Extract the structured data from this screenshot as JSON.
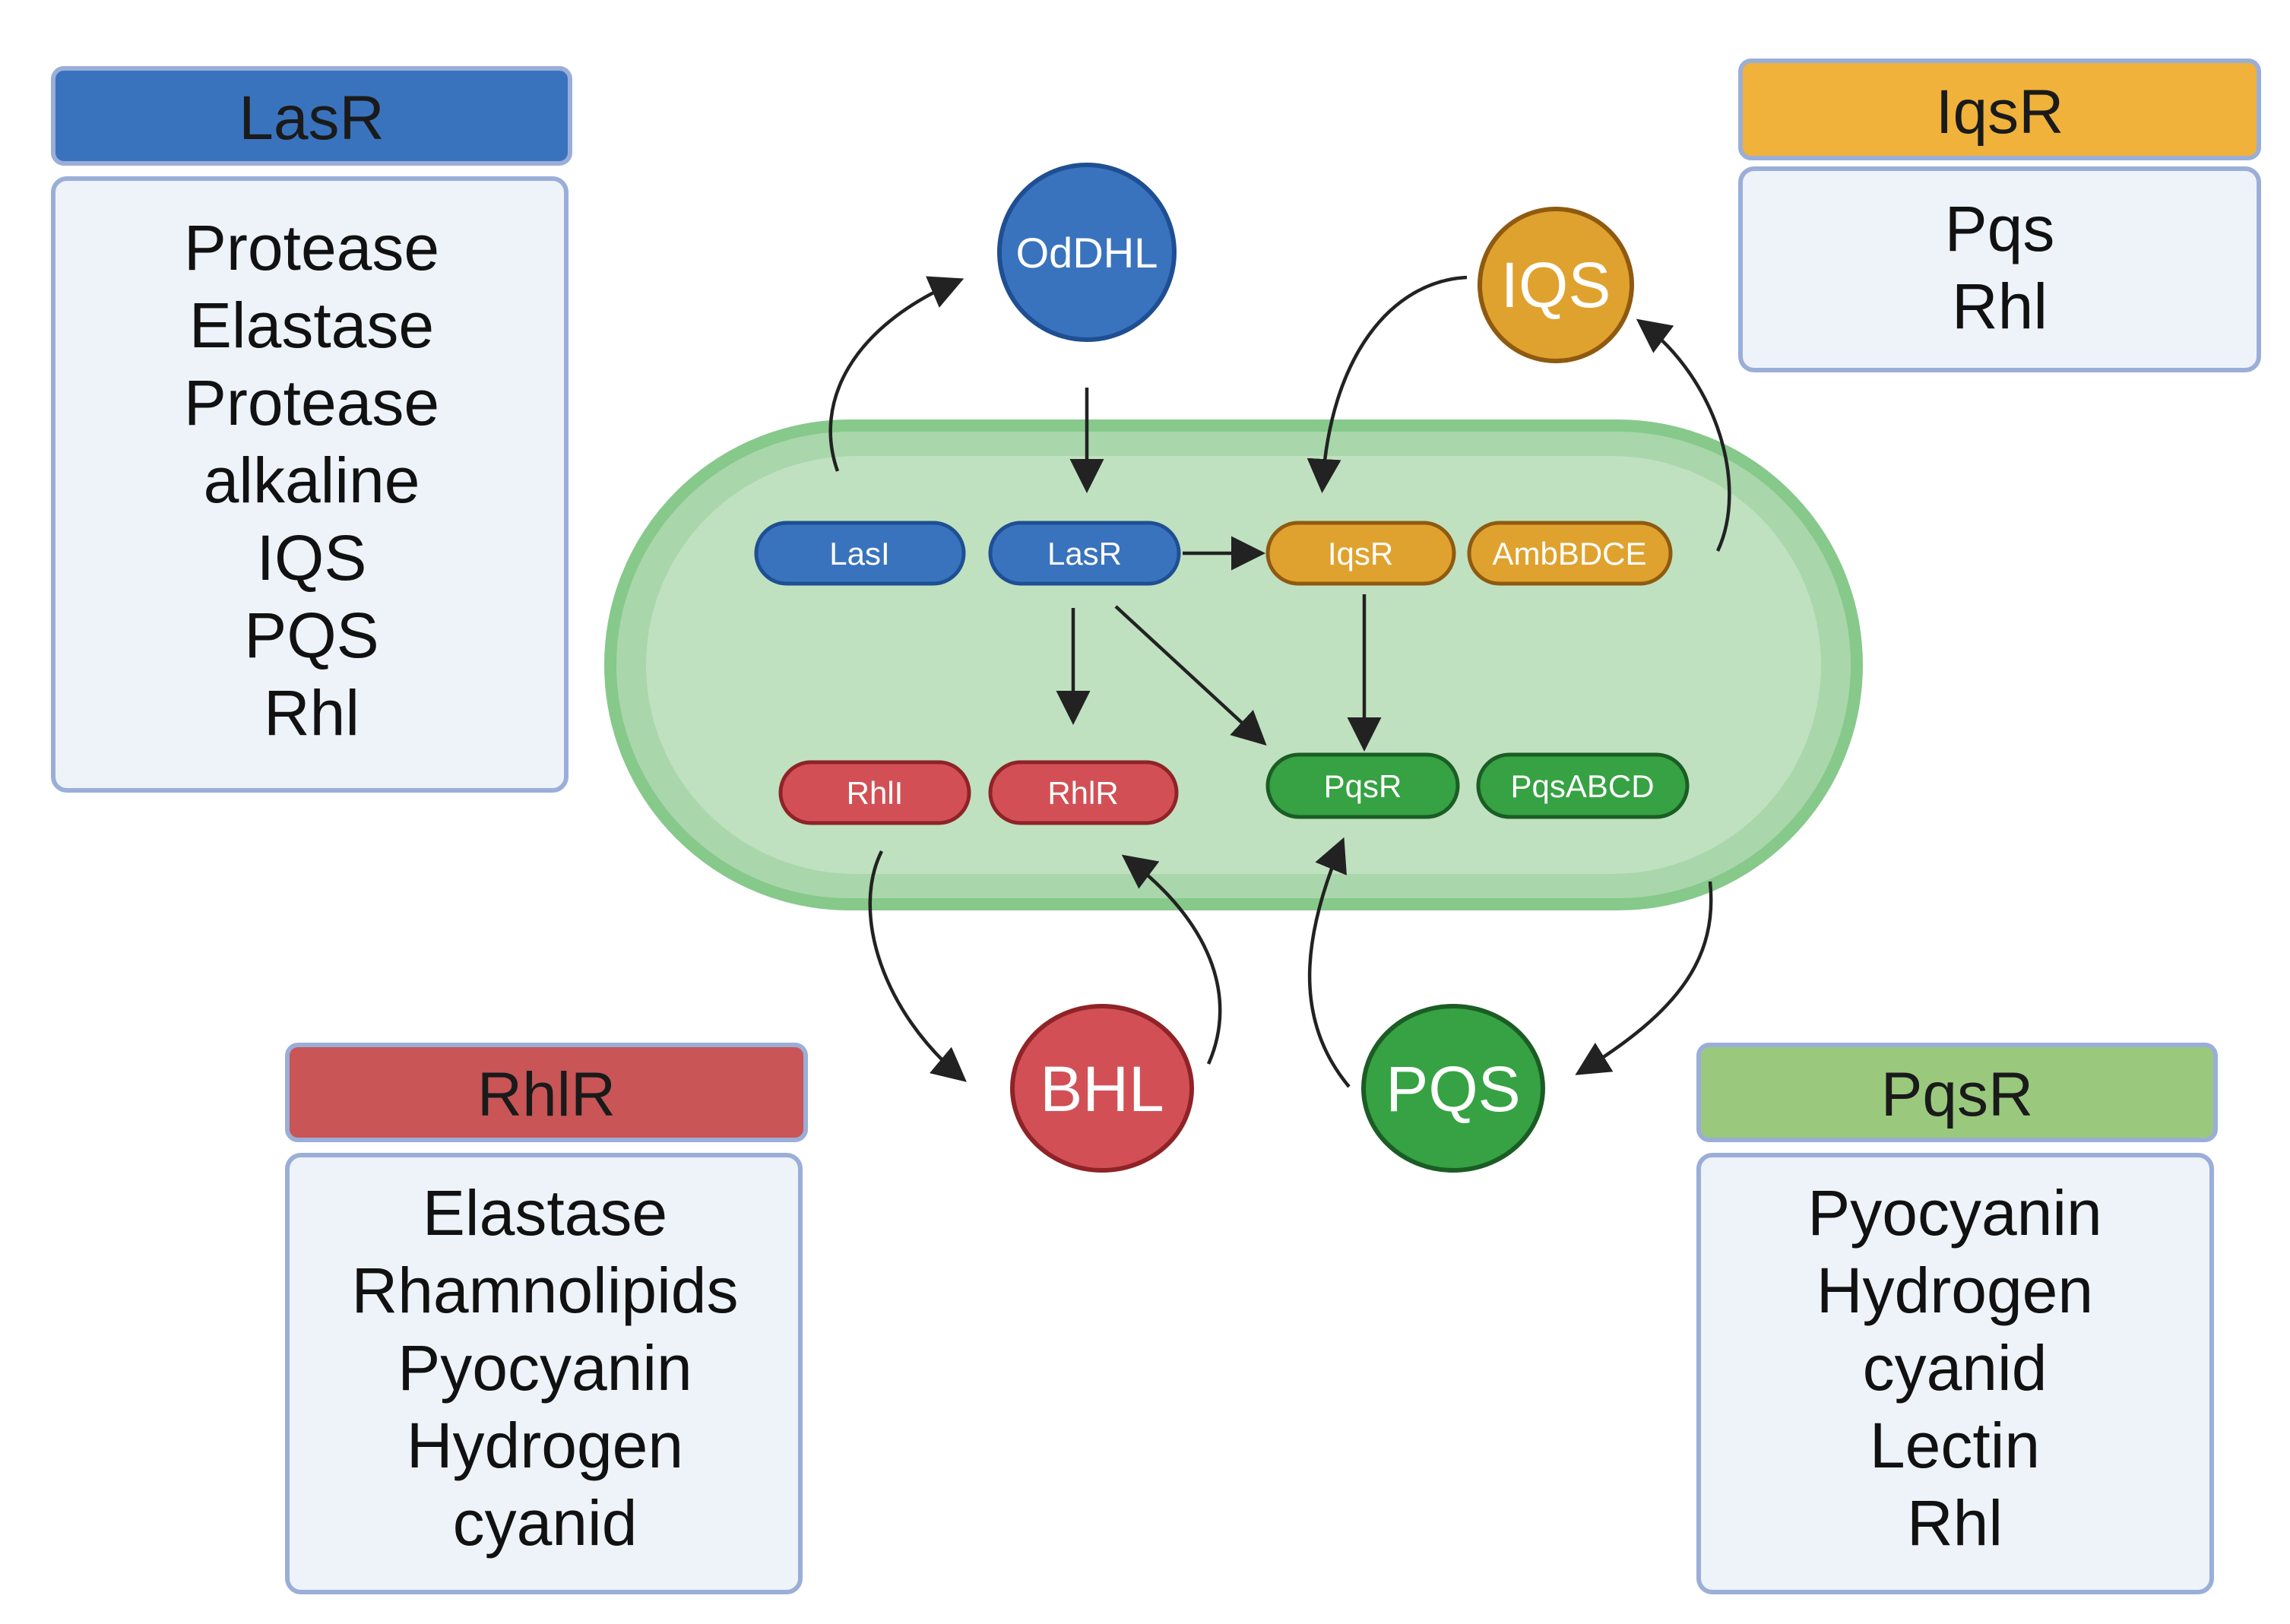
{
  "colors": {
    "blue": "#3a73bd",
    "blue_dark": "#1f4f93",
    "orange": "#e0a22e",
    "orange_dark": "#8f5a10",
    "red": "#d25055",
    "red_dark": "#8f2327",
    "green": "#36a243",
    "green_dark": "#1b5d24",
    "light_green_header": "#9ac97e",
    "box_fill": "#eef3f9",
    "box_border": "#9aaed8",
    "cell_fill": "#bfe1c0",
    "cell_border": "#86c98b",
    "arrow": "#222222"
  },
  "boxes": {
    "lasr": {
      "title": "LasR",
      "items": [
        "Protease",
        "Elastase",
        "Protease",
        "alkaline",
        "IQS",
        "PQS",
        "Rhl"
      ]
    },
    "iqsr": {
      "title": "IqsR",
      "items": [
        "Pqs",
        "Rhl"
      ]
    },
    "rhlr": {
      "title": "RhlR",
      "items": [
        "Elastase",
        "Rhamnolipids",
        "Pyocyanin",
        "Hydrogen",
        "cyanid"
      ]
    },
    "pqsr": {
      "title": "PqsR",
      "items": [
        "Pyocyanin",
        "Hydrogen",
        "cyanid",
        "Lectin",
        "Rhl"
      ]
    }
  },
  "signals": {
    "oddhl": "OdDHL",
    "iqs": "IQS",
    "bhl": "BHL",
    "pqs": "PQS"
  },
  "genes": {
    "lasi": "LasI",
    "lasr": "LasR",
    "iqsr": "IqsR",
    "ambbdce": "AmbBDCE",
    "rhli": "RhlI",
    "rhlr": "RhlR",
    "pqsr": "PqsR",
    "pqsabcd": "PqsABCD"
  }
}
